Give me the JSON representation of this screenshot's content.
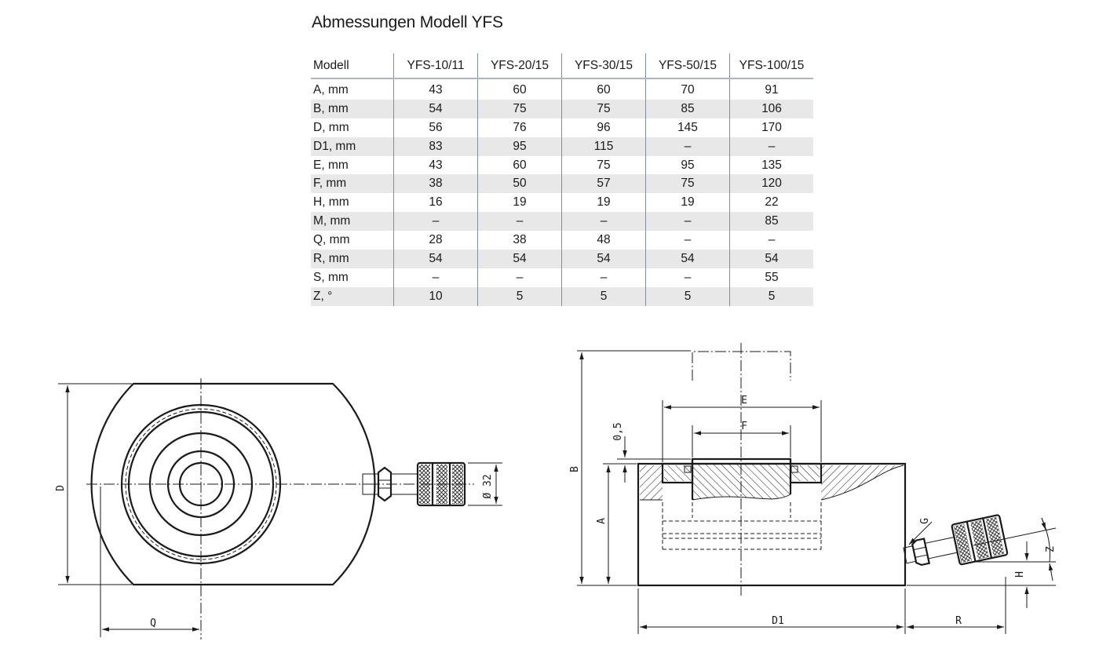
{
  "title": "Abmessungen Modell YFS",
  "table": {
    "header": [
      "Modell",
      "YFS-10/11",
      "YFS-20/15",
      "YFS-30/15",
      "YFS-50/15",
      "YFS-100/15"
    ],
    "rows": [
      [
        "A, mm",
        "43",
        "60",
        "60",
        "70",
        "91"
      ],
      [
        "B, mm",
        "54",
        "75",
        "75",
        "85",
        "106"
      ],
      [
        "D, mm",
        "56",
        "76",
        "96",
        "145",
        "170"
      ],
      [
        "D1, mm",
        "83",
        "95",
        "115",
        "–",
        "–"
      ],
      [
        "E, mm",
        "43",
        "60",
        "75",
        "95",
        "135"
      ],
      [
        "F, mm",
        "38",
        "50",
        "57",
        "75",
        "120"
      ],
      [
        "H, mm",
        "16",
        "19",
        "19",
        "19",
        "22"
      ],
      [
        "M, mm",
        "–",
        "–",
        "–",
        "–",
        "85"
      ],
      [
        "Q, mm",
        "28",
        "38",
        "48",
        "–",
        "–"
      ],
      [
        "R, mm",
        "54",
        "54",
        "54",
        "54",
        "54"
      ],
      [
        "S, mm",
        "–",
        "–",
        "–",
        "–",
        "55"
      ],
      [
        "Z, °",
        "10",
        "5",
        "5",
        "5",
        "5"
      ]
    ]
  },
  "drawing_labels": {
    "top_view": {
      "D": "D",
      "Q": "Q",
      "diameter": "Ø 32"
    },
    "side_view": {
      "B": "B",
      "A": "A",
      "E": "E",
      "F": "F",
      "gap": "0,5",
      "G": "G",
      "D1": "D1",
      "R": "R",
      "Z": "Z",
      "H": "H"
    }
  },
  "colors": {
    "header_rule": "#a9b7c4",
    "row_stripe": "#e8e8e8",
    "column_rule": "#7f8fa0"
  }
}
